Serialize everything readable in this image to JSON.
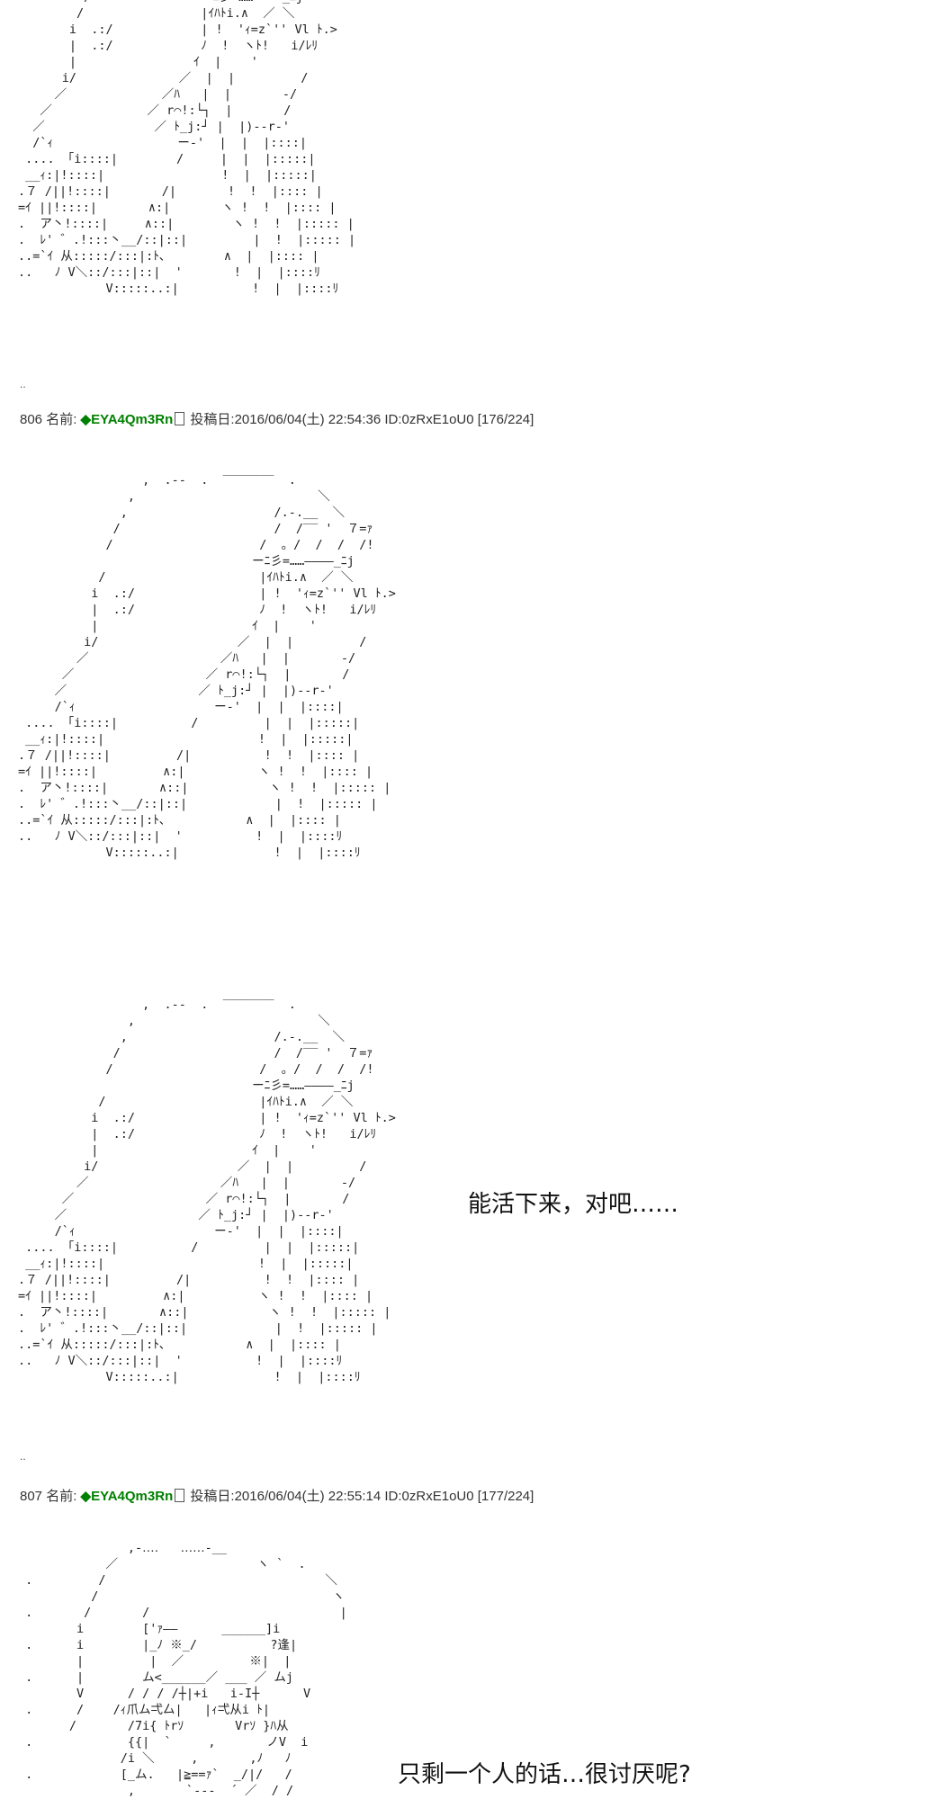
{
  "posts": [
    {
      "number": "806",
      "name_label": "名前:",
      "trip": "◆EYA4Qm3Rn",
      "date_label": "投稿日:",
      "datetime": "2016/06/04(土) 22:54:36",
      "id": "ID:0zRxE1oU0",
      "count": "[176/224]"
    },
    {
      "number": "807",
      "name_label": "名前:",
      "trip": "◆EYA4Qm3Rn",
      "date_label": "投稿日:",
      "datetime": "2016/06/04(土) 22:55:14",
      "id": "ID:0zRxE1oU0",
      "count": "[177/224]"
    }
  ],
  "separators": {
    "dots": ".."
  },
  "dialogue": {
    "line1": "能活下来，对吧……",
    "line2": "只剩一个人的话…很讨厌呢?"
  },
  "ascii_art": {
    "figure_a_top": "         /               ーﾆ彡=……――――_ﾆj\n        /                |ｲﾊﾄi.∧  ／ ＼\n       i  .:/            | !  'ｨ=z`'' Vl ﾄ.>\n       |  .:/            ﾉ  !  ヽﾄ!   i/ﾚﾘ\n       |                ｲ  |    '\n      i/              ／  |  |         /\n     ／             ／ﾊ   |  |       -/\n   ／             ／ r⌒!:└┐  |       /\n  ／               ／ ﾄ_j:┘ |  |)--r-'\n  /`ｨ                 ー-'  |  |  |::::|\n .... 「i::::|        /     |  |  |:::::|\n __ｨ:|!::::|                !  |  |:::::|\n.７ /||!::::|       /|       !  !  |:::: |\n=ｲ ||!::::|       ∧:|       ヽ !  !  |:::: |\n.  ア丶!::::|     ∧::|        ヽ !  !  |::::: |\n.  ﾚ' ゛.!:::丶__/::|::|         |  !  |::::: |\n..=`ｲ 从:::::/:::|:ﾄ､        ∧  |  |:::: |\n..   ﾉ V＼::/:::|::|  '       !  |  |::::ﾘ\n            V:::::..:|          !  |  |::::ﾘ",
    "figure_a": "                 ,  .--  .  ‾‾‾‾‾‾‾  .\n               ,                         ＼\n              ,                    /.-.__  ＼\n             /                     /  /‾‾ '  ７=ｧ\n            /                    /  。/  /  /  /!\n                                ーﾆ彡=……――――_ﾆj\n           /                     |ｲﾊﾄi.∧  ／ ＼\n          i  .:/                 | !  'ｨ=z`'' Vl ﾄ.>\n          |  .:/                 ﾉ  !  ヽﾄ!   i/ﾚﾘ\n          |                     ｲ  |    '\n         i/                   ／  |  |         /\n        ／                  ／ﾊ   |  |       -/\n      ／                  ／ r⌒!:└┐  |       /\n     ／                  ／ ﾄ_j:┘ |  |)--r-'\n     /`ｨ                   ー-'  |  |  |::::|\n .... 「i::::|          /         |  |  |:::::|\n __ｨ:|!::::|                     !  |  |:::::|\n.７ /||!::::|         /|          !  !  |:::: |\n=ｲ ||!::::|         ∧:|          ヽ !  !  |:::: |\n.  ア丶!::::|       ∧::|           ヽ !  !  |::::: |\n.  ﾚ' ゛.!:::丶__/::|::|            |  !  |::::: |\n..=`ｲ 从:::::/:::|:ﾄ､           ∧  |  |:::: |\n..   ﾉ V＼::/:::|::|  '          !  |  |::::ﾘ\n            V:::::..:|             !  |  |::::ﾘ",
    "figure_b": "               ,-‥‥   ‥‥‥-__\n            ／                   ヽ `  .\n .         /                              ＼\n          /                                ヽ\n .       /       /                          |\n        i        ['ｧ――      ______]i\n .      i        |_ﾉ ※_/          ?逢|\n        |         |  ／         ※|  |\n .      |        ム<______／ ___ ／ ムj\n        V      / / / /┼|+i   i-I┼      V\n .      /    /ｨ爪ム弌厶|   |ｨ弌从i ﾄ|\n       /       /7i{ ﾄrｿ       Vrｿ }ﾊ从\n .             {{|  `     ,       ノV  i\n              /i ＼     ,       ,ﾉ   ﾉ\n .            [_ム.   |≧==ｧ`  _/|/   /\n               ,       `‐‐‐  ´ ／  / /"
  }
}
